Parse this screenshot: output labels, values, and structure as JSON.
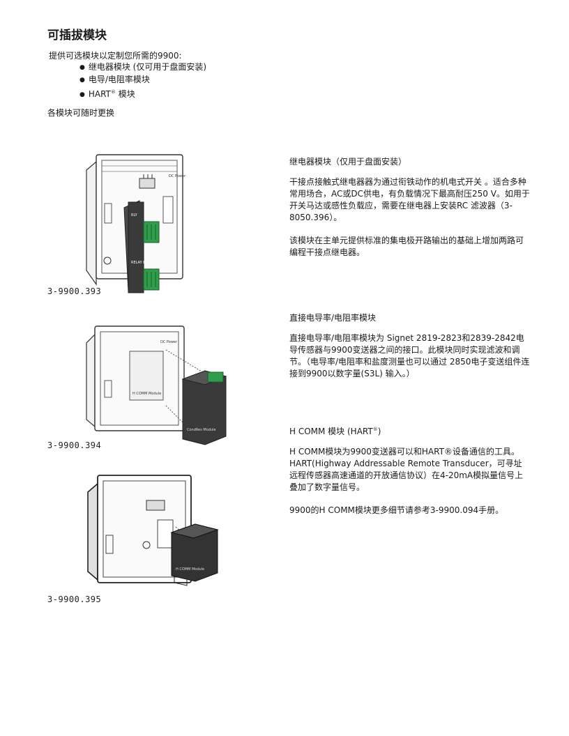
{
  "page": {
    "title": "可插拔模块",
    "intro": "提供可选模块以定制您所需的9900:",
    "bullets": [
      {
        "text": "继电器模块 (仅可用于盘面安装)"
      },
      {
        "text": "电导/电阻率模块"
      },
      {
        "text": "HART",
        "sup": "®",
        "suffix": " 模块"
      }
    ],
    "swap_note": "各模块可随时更换"
  },
  "sections": {
    "relay": {
      "heading": "继电器模块（仅用于盘面安装）",
      "p1": "干接点接触式继电器器为通过衔铁动作的机电式开关 。适合多种常用场合，AC或DC供电，有负载情况下最高耐压250 V。如用于开关马达或感性负载应，需要在继电器上安装RC 滤波器（3-8050.396）。",
      "p2": "该模块在主单元提供标准的集电极开路输出的基础上增加两路可编程干接点继电器。",
      "caption": "3-9900.393"
    },
    "conductivity": {
      "heading": "直接电导率/电阻率模块",
      "p1": "直接电导率/电阻率模块为 Signet 2819-2823和2839-2842电导传感器与9900变送器之间的接口。此模块同时实现滤波和调节。（电导率/电阻率和盐度测量也可以通过 2850电子变送组件连接到9900以数字量(S3L) 输入。）",
      "caption": "3-9900.394"
    },
    "hcomm": {
      "heading_main": "H COMM 模块 (HART",
      "heading_sup": "®",
      "heading_end": ")",
      "p1": "H COMM模块为9900变送器可以和HART®设备通信的工具。HART(Highway Addressable Remote Transducer，可寻址远程传感器高速通道的开放通信协议）在4-20mA模拟量信号上叠加了数字量信号。",
      "p2": "9900的H COMM模块更多细节请参考3-9900.094手册。",
      "caption": "3-9900.395"
    }
  },
  "figures": {
    "relay_board": {
      "header": "DC Power",
      "tag": "RELAY B",
      "module_tag": "RLY"
    },
    "cond_board": {
      "header": "DC Power",
      "module_label": "H COMM Module",
      "card_label": "CondRes Module"
    },
    "hcomm_board": {
      "module_label": "H COMM Module"
    }
  },
  "colors": {
    "connector_green": "#2e9e4a",
    "module_dark": "#3a3a3a",
    "outline": "#333333"
  }
}
